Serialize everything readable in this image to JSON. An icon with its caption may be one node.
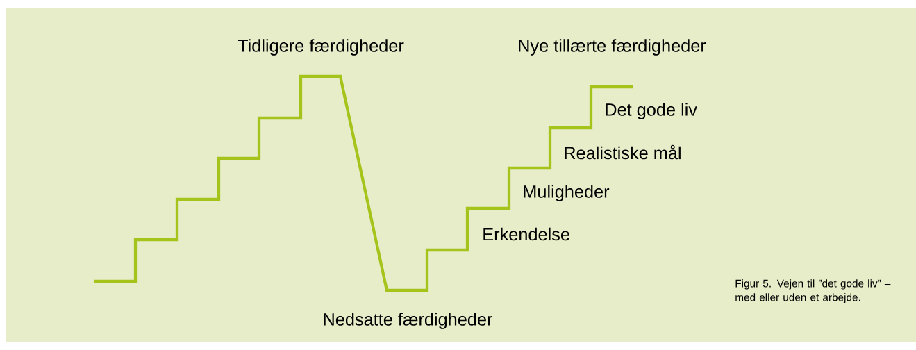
{
  "diagram": {
    "caption": "Figur 5. Vejen til ”det gode liv” – med eller uden et arbejde.",
    "labels": [
      "Tidligere færdigheder",
      "Nye tillærte færdigheder",
      "Det gode liv",
      "Realistiske mål",
      "Muligheder",
      "Erkendelse",
      "Nedsatte færdigheder"
    ]
  }
}
